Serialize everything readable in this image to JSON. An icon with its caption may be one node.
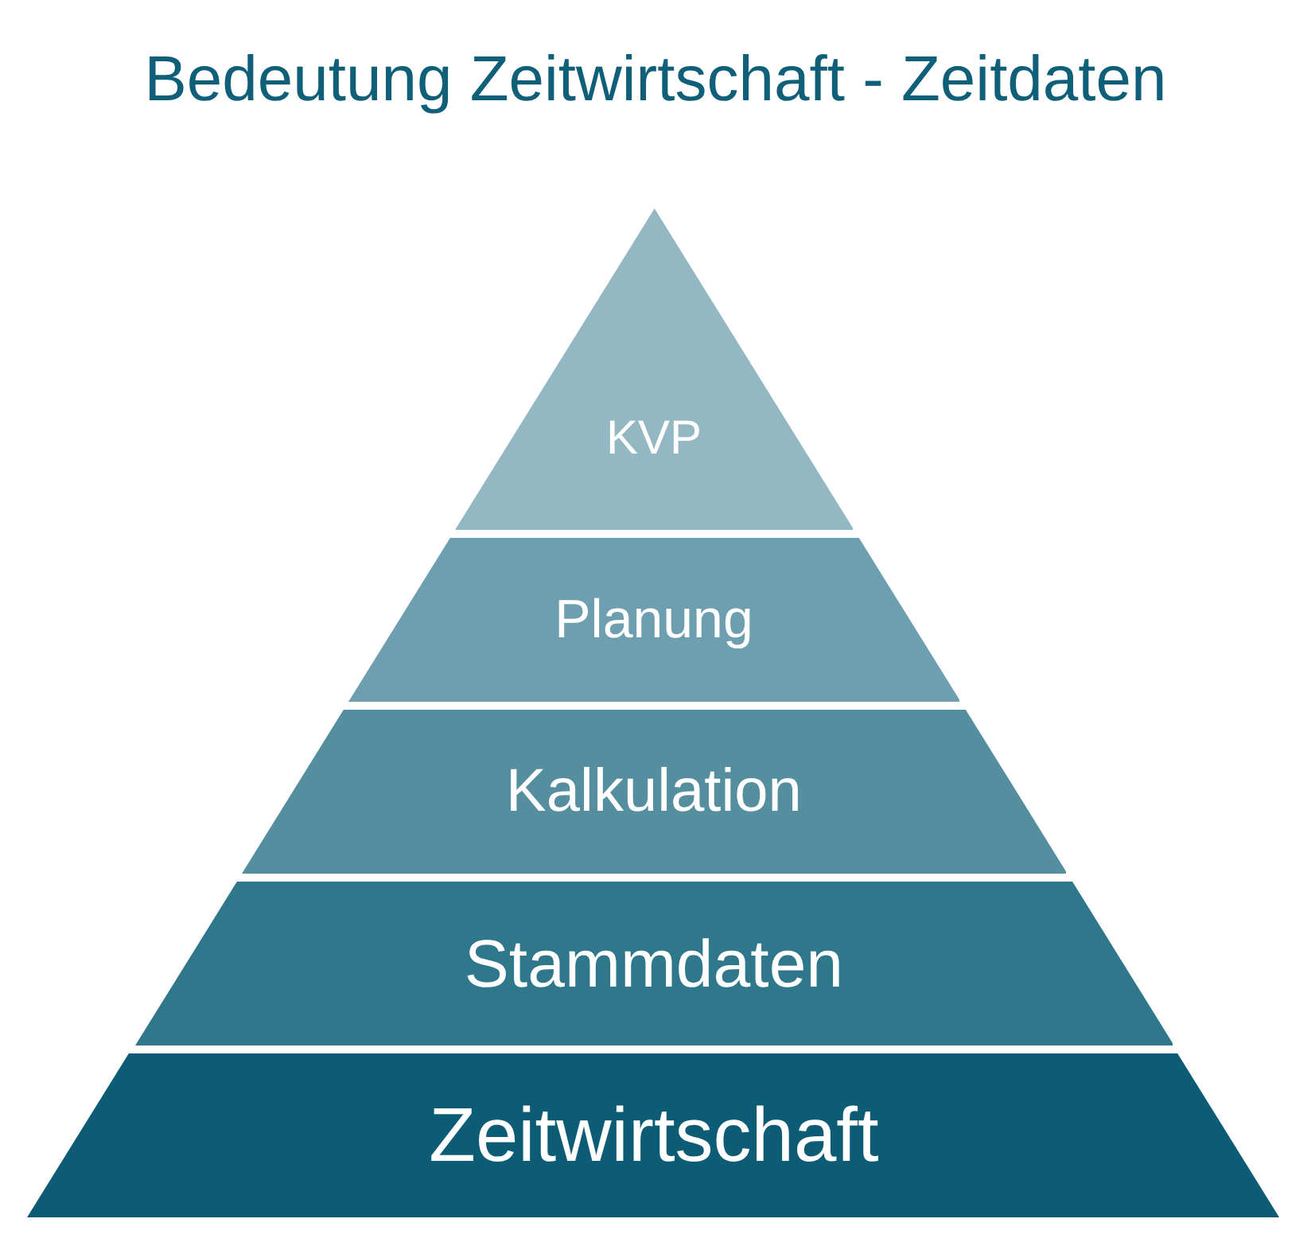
{
  "diagram": {
    "title": "Bedeutung Zeitwirtschaft - Zeitdaten",
    "nodes": [
      {
        "text": [
          "KVP"
        ]
      },
      {
        "text": [
          "Planung"
        ]
      },
      {
        "text": [
          "Kalkulation"
        ]
      },
      {
        "text": [
          "Stammdaten"
        ]
      },
      {
        "text": [
          "Zeitwirtschaft"
        ]
      }
    ],
    "edges": []
  }
}
